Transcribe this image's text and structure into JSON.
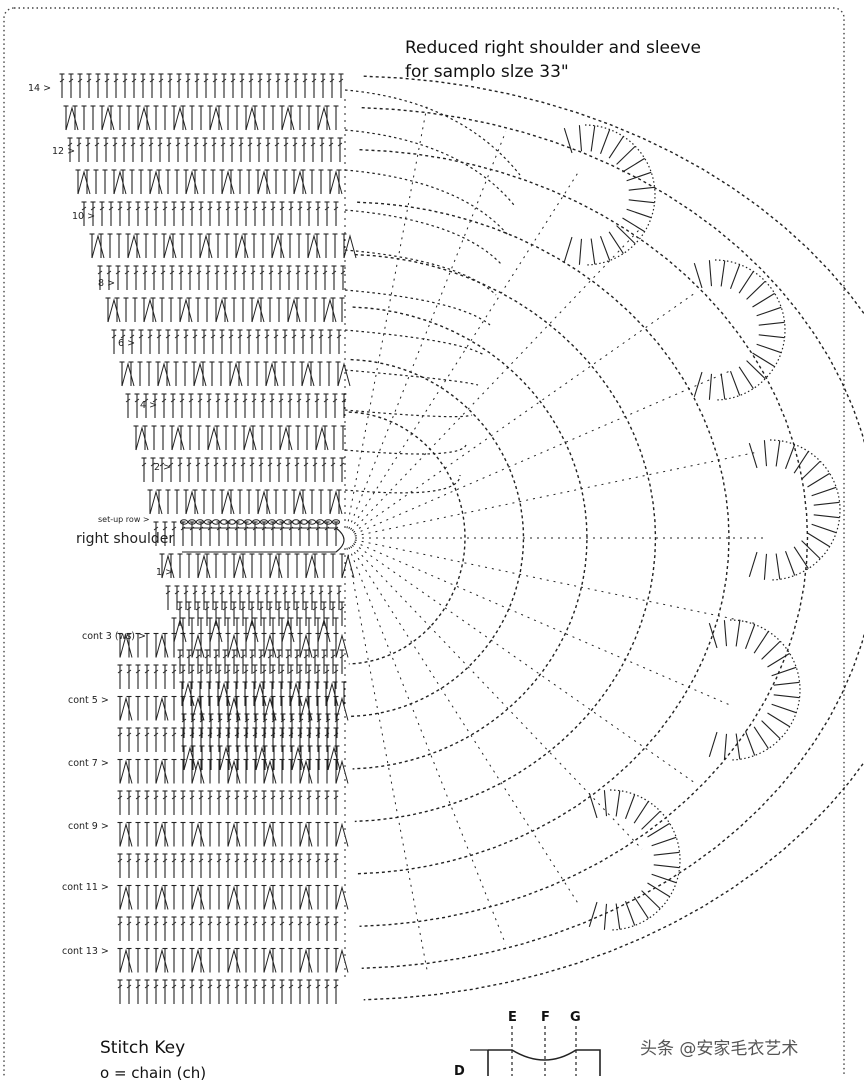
{
  "diagram": {
    "title_line1": "Reduced right shoulder and sleeve",
    "title_line2": "for samplo slze 33\"",
    "upper_row_labels": [
      "14 >",
      "12 >",
      "10 >",
      "8 >",
      "6 >",
      "4 >",
      "2 >"
    ],
    "setup_row_label": "set-up row >",
    "right_shoulder_label": "right shoulder",
    "row1_label": "1 >",
    "cont_labels": [
      "cont 3 (ws) >",
      "cont 5 >",
      "cont 7 >",
      "cont 9 >",
      "cont 11 >",
      "cont 13 >"
    ],
    "stitch_key_title": "Stitch Key",
    "stitch_key_chain": "o = chain (ch)",
    "schematic_letters": [
      "E",
      "F",
      "G",
      "D"
    ],
    "watermark": "头条 @安家毛衣艺术"
  }
}
